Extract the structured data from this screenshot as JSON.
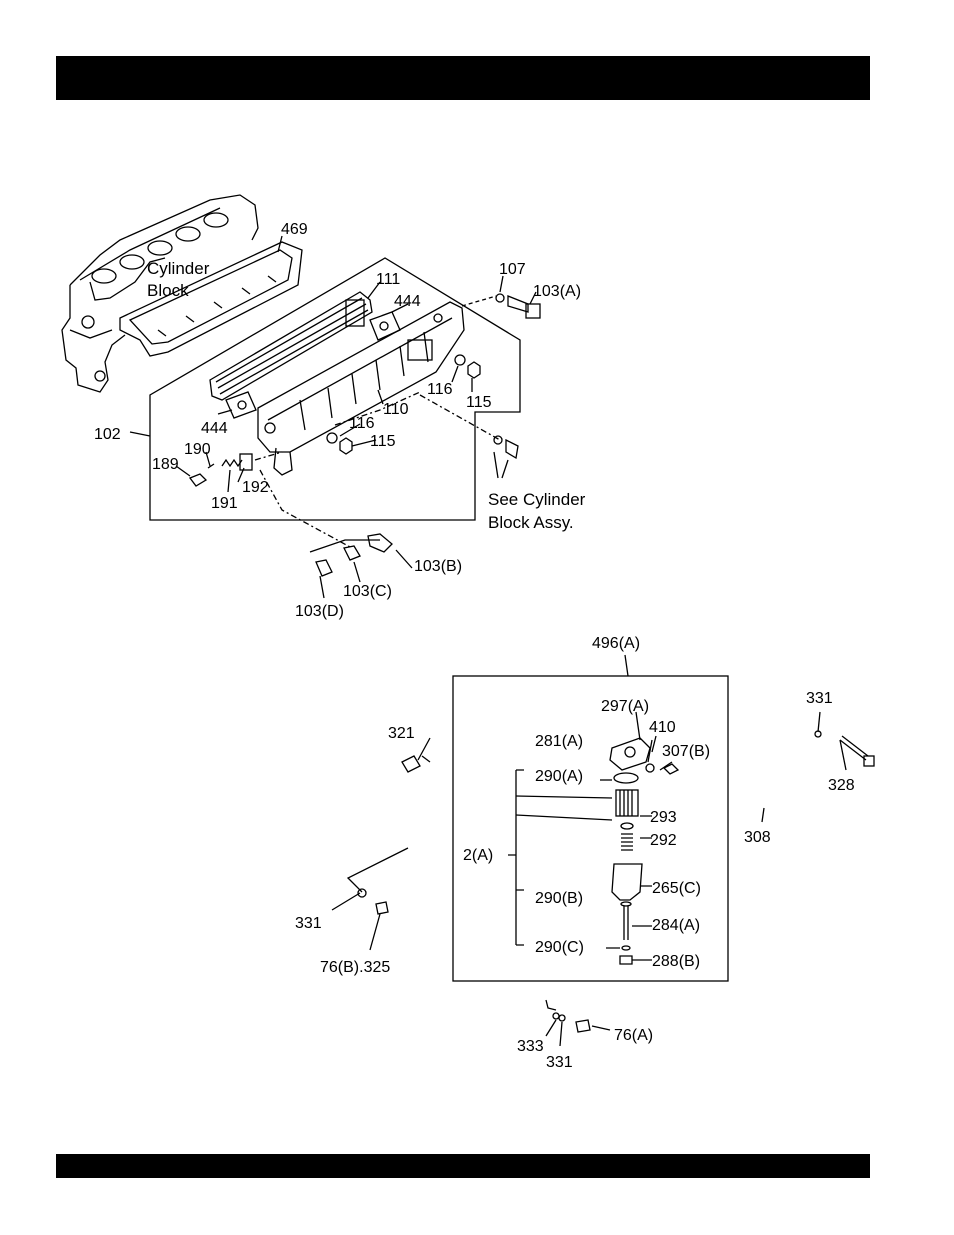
{
  "colors": {
    "bar": "#000000",
    "ink": "#000000",
    "paper": "#ffffff"
  },
  "upper": {
    "cylinder_block": [
      "Cylinder",
      "Block"
    ],
    "see_note": [
      "See Cylinder",
      "Block Assy."
    ],
    "parts": {
      "p469": "469",
      "p111": "111",
      "p444a": "444",
      "p444b": "444",
      "p107": "107",
      "p103a": "103(A)",
      "p116a": "116",
      "p115a": "115",
      "p110": "110",
      "p116b": "116",
      "p115b": "115",
      "p102": "102",
      "p190": "190",
      "p189": "189",
      "p192": "192",
      "p191": "191",
      "p103b": "103(B)",
      "p103c": "103(C)",
      "p103d": "103(D)"
    }
  },
  "lower": {
    "parts": {
      "p496a": "496(A)",
      "p297a": "297(A)",
      "p410": "410",
      "p281a": "281(A)",
      "p307b": "307(B)",
      "p290a": "290(A)",
      "p293": "293",
      "p292": "292",
      "p2a": "2(A)",
      "p265c": "265(C)",
      "p290b": "290(B)",
      "p284a": "284(A)",
      "p290c": "290(C)",
      "p288b": "288(B)",
      "p321": "321",
      "p331a": "331",
      "p76b325": "76(B).325",
      "p331b": "331",
      "p328": "328",
      "p308": "308",
      "p333": "333",
      "p331c": "331",
      "p76a": "76(A)"
    }
  }
}
